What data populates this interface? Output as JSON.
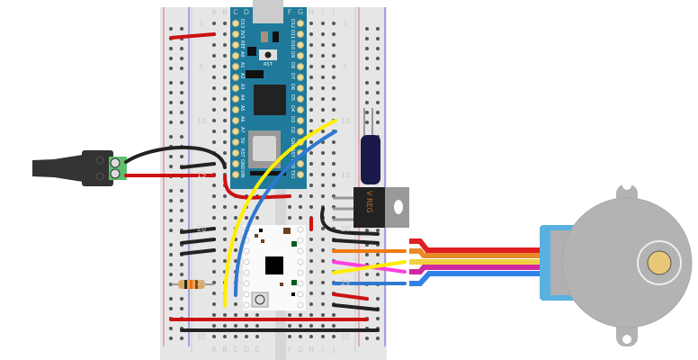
{
  "breadboard": {
    "columns_left": [
      "A",
      "B",
      "C",
      "D",
      "E"
    ],
    "columns_right": [
      "F",
      "G",
      "H",
      "I",
      "J"
    ],
    "row_numbers": [
      "1",
      "5",
      "10",
      "15",
      "20",
      "25",
      "30"
    ]
  },
  "nano": {
    "left_pins": [
      "D13",
      "3V3",
      "REF",
      "A0",
      "A1",
      "A2",
      "A3",
      "A4",
      "A5",
      "A6",
      "A7",
      "5V",
      "RST",
      "GND",
      "VIN"
    ],
    "right_pins": [
      "D12",
      "D11",
      "D10",
      "D9",
      "D8",
      "D7",
      "D6",
      "D5",
      "D4",
      "D3",
      "D2",
      "GND",
      "RST",
      "RX0",
      "TX1"
    ],
    "reset_label": "RST"
  },
  "regulator": {
    "label": "V REG"
  },
  "colors": {
    "board": "#e6e6e6",
    "nano": "#1f7a9b",
    "wire_red": "#cc1111",
    "wire_black": "#222222",
    "wire_yellow": "#ffee00",
    "wire_blue": "#2f78d0",
    "wire_orange": "#f07a10",
    "wire_pink": "#ff40e0",
    "motor_gray": "#b3b3b3",
    "motor_connector": "#5ab0e0"
  }
}
